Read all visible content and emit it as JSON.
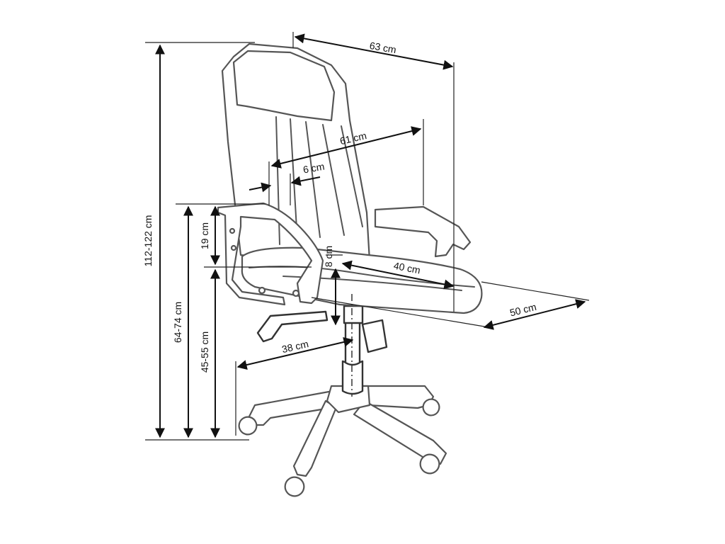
{
  "dimensions": {
    "total_height": "112-122 cm",
    "armrest_height": "64-74 cm",
    "seat_height": "45-55 cm",
    "arm_above_seat": "19 cm",
    "seat_thickness": "8 cm",
    "overall_width": "63 cm",
    "backrest_width": "61 cm",
    "armrest_width": "6 cm",
    "seat_width": "40 cm",
    "seat_depth": "50 cm",
    "base_radius": "38 cm"
  },
  "colors": {
    "outline": "#555555",
    "dimension": "#111111"
  }
}
